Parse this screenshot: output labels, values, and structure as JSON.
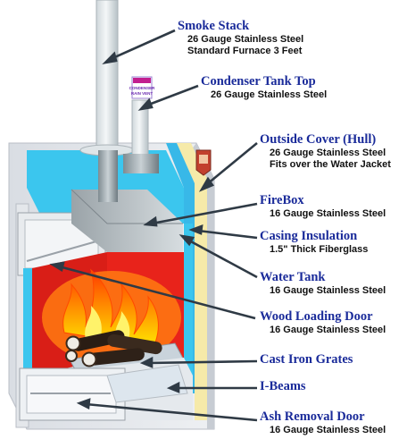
{
  "callouts": [
    {
      "id": "smoke-stack",
      "title": "Smoke Stack",
      "lines": [
        "26 Gauge Stainless Steel",
        "Standard Furnace 3 Feet"
      ]
    },
    {
      "id": "condenser-tank-top",
      "title": "Condenser Tank Top",
      "lines": [
        "26 Gauge Stainless Steel"
      ]
    },
    {
      "id": "outside-cover",
      "title": "Outside Cover (Hull)",
      "lines": [
        "26 Gauge Stainless Steel",
        "Fits over the Water Jacket"
      ]
    },
    {
      "id": "firebox",
      "title": "FireBox",
      "lines": [
        "16 Gauge Stainless Steel"
      ]
    },
    {
      "id": "casing-insulation",
      "title": "Casing Insulation",
      "lines": [
        "1.5\" Thick Fiberglass"
      ]
    },
    {
      "id": "water-tank",
      "title": "Water Tank",
      "lines": [
        "16 Gauge Stainless Steel"
      ]
    },
    {
      "id": "wood-loading-door",
      "title": "Wood Loading Door",
      "lines": [
        "16 Gauge Stainless Steel"
      ]
    },
    {
      "id": "cast-iron-grates",
      "title": "Cast Iron Grates",
      "lines": []
    },
    {
      "id": "i-beams",
      "title": "I-Beams",
      "lines": []
    },
    {
      "id": "ash-removal-door",
      "title": "Ash Removal Door",
      "lines": [
        "16 Gauge Stainless Steel"
      ]
    }
  ],
  "condenser_label": {
    "line1": "CONDENSER",
    "line2": "RAIN VENT"
  }
}
